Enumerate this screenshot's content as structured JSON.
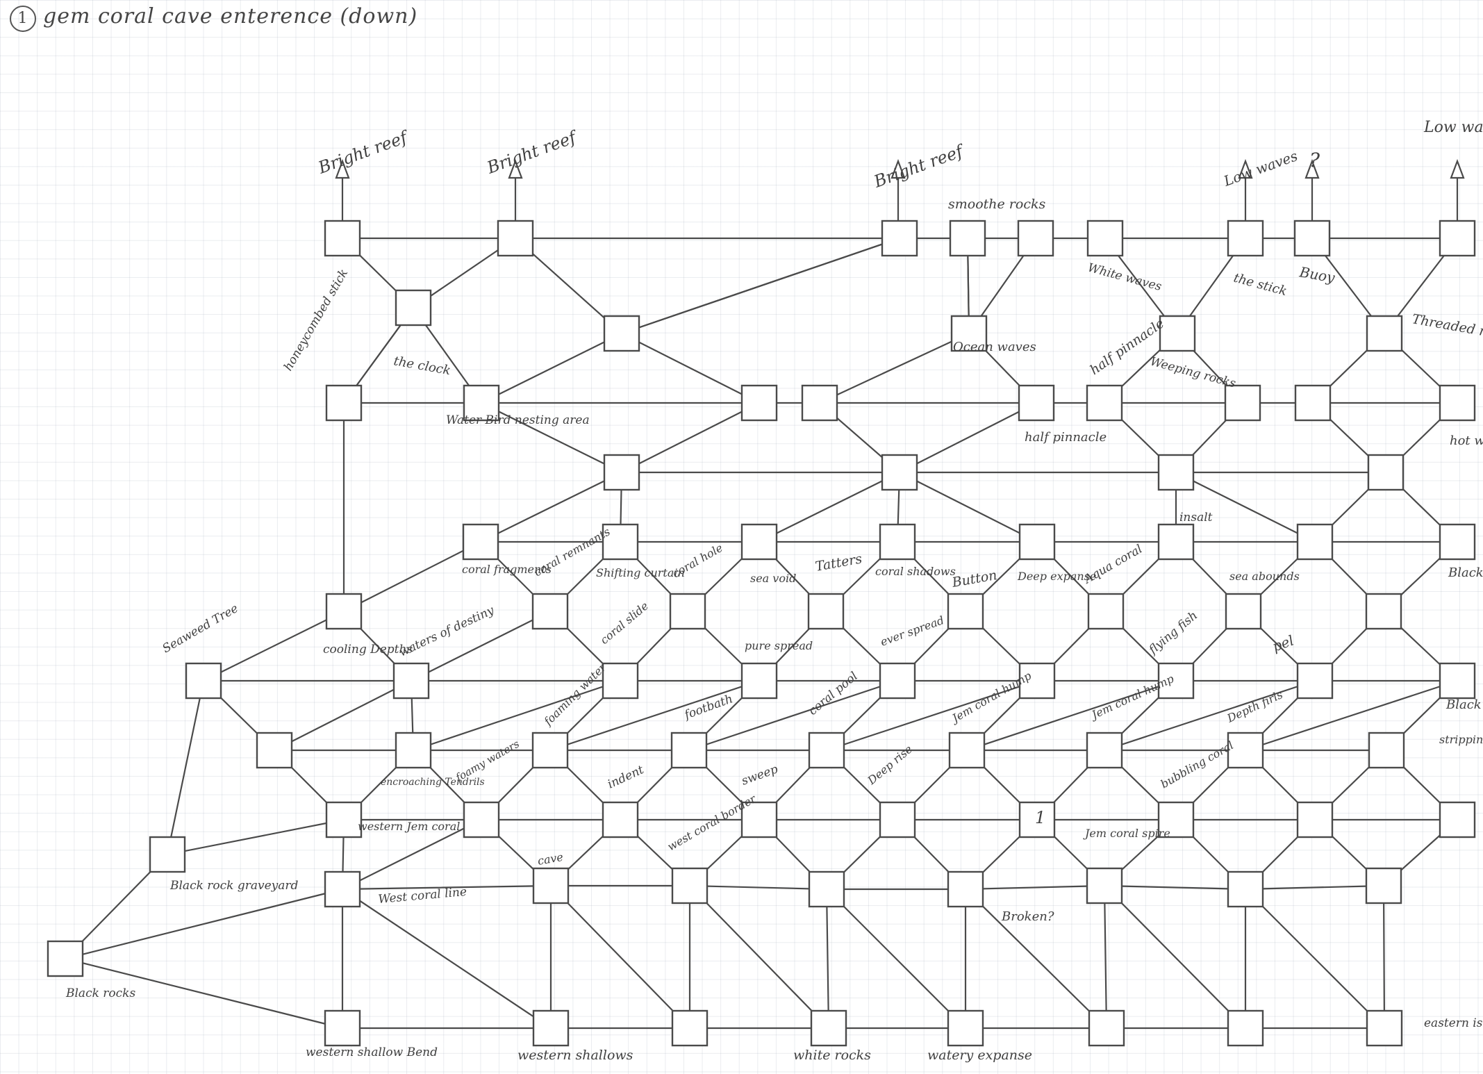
{
  "title": {
    "number": "1",
    "text": "gem coral cave enterence (down)"
  },
  "colors": {
    "ink": "#4a4a4a",
    "grid": "#a0aab9",
    "paper": "#ffffff"
  },
  "labels": {
    "bright_reef_1": "Bright reef",
    "bright_reef_2": "Bright reef",
    "bright_reef_3": "Bright reef",
    "smoothe_rocks": "smoothe rocks",
    "low_waves_1": "Low waves",
    "question": "?",
    "low_waves_cloud": "Low waves (cloud sea)",
    "white_waves": "White waves",
    "the_stick": "the stick",
    "buoy": "Buoy",
    "threaded_needle": "Threaded needle",
    "honeycombed_stick": "honeycombed stick",
    "the_clock": "the clock",
    "ocean_waves": "Ocean waves",
    "half_pinnacle_1": "half pinnacle",
    "weeping_rocks": "Weeping rocks",
    "water_bird": "Water Bird nesting area",
    "half_pinnacle_2": "half pinnacle",
    "hot_water": "hot water",
    "insalt": "insalt",
    "coral_fragments": "coral fragments",
    "coral_remnants": "coral remnants",
    "shifting_curtain": "Shifting curtain",
    "coral_hole": "coral hole",
    "sea_void": "sea void",
    "tatters": "Tatters",
    "coral_shadows": "coral shadows",
    "button": "Button",
    "deep_expanse": "Deep expanse",
    "aqua_coral": "Aqua coral",
    "sea_abounds": "sea abounds",
    "black_coral": "Black coral",
    "seaweed_tree": "Seaweed Tree",
    "cooling_depths": "cooling Depths",
    "waters_of_destiny": "waters of destiny",
    "coral_slide": "coral slide",
    "pure_spread": "pure spread",
    "ever_spread": "ever spread",
    "flying_fish": "flying fish",
    "pel": "pel",
    "foaming_water": "foaming water",
    "footbath": "footbath",
    "coral_pool": "coral pool",
    "jem_coral_hump_1": "Jem coral hump",
    "jem_coral_hump_2": "Jem coral hump",
    "depth_firls": "Depth firls",
    "black_water": "Black water",
    "stripping": "stripping",
    "encroaching_tendrils": "encroaching Tendrils",
    "foamy_waters": "foamy waters",
    "indent": "indent",
    "sweep": "sweep",
    "deep_rise": "Deep rise",
    "bubbling_coral": "bubbling coral",
    "western_jem_coral": "western Jem coral",
    "cave": "cave",
    "west_coral_border": "west coral border",
    "number_one": "1",
    "jem_coral_spire": "Jem coral spire",
    "black_rock_graveyard": "Black rock graveyard",
    "west_coral_line": "West coral line",
    "broken": "Broken?",
    "black_rocks": "Black rocks",
    "western_shallow_bend": "western shallow Bend",
    "western_shallows": "western shallows",
    "white_rocks": "white rocks",
    "watery_expanse": "watery expanse",
    "eastern_islet": "eastern islet"
  }
}
